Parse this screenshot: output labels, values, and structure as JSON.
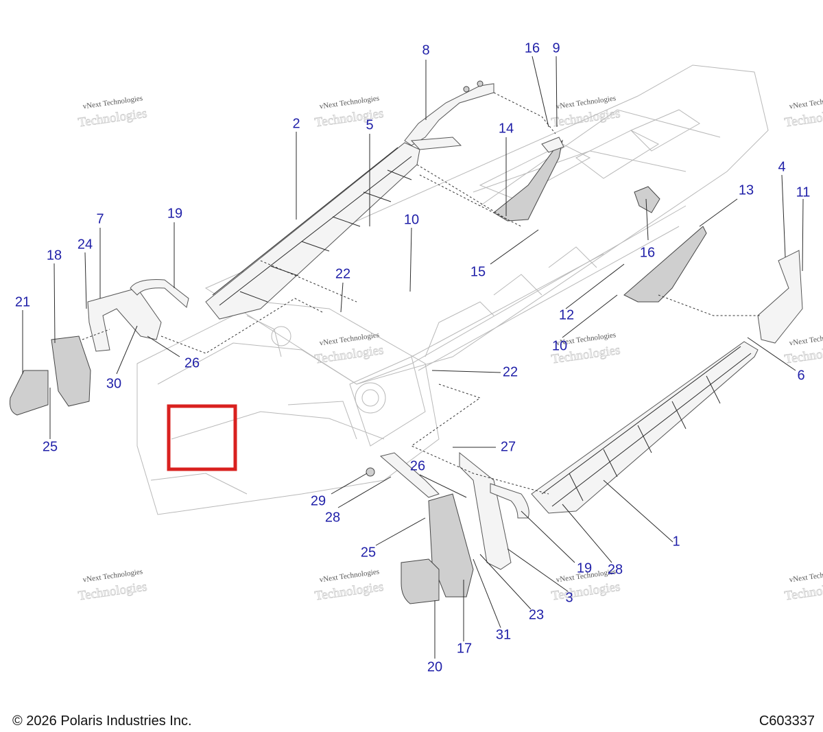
{
  "diagram": {
    "callouts": [
      {
        "id": "c1",
        "label": "1"
      },
      {
        "id": "c2",
        "label": "2"
      },
      {
        "id": "c3",
        "label": "3"
      },
      {
        "id": "c4",
        "label": "4"
      },
      {
        "id": "c5",
        "label": "5"
      },
      {
        "id": "c6",
        "label": "6"
      },
      {
        "id": "c7",
        "label": "7"
      },
      {
        "id": "c8",
        "label": "8"
      },
      {
        "id": "c9",
        "label": "9"
      },
      {
        "id": "c10a",
        "label": "10"
      },
      {
        "id": "c10b",
        "label": "10"
      },
      {
        "id": "c11",
        "label": "11"
      },
      {
        "id": "c12",
        "label": "12"
      },
      {
        "id": "c13",
        "label": "13"
      },
      {
        "id": "c14",
        "label": "14"
      },
      {
        "id": "c15",
        "label": "15"
      },
      {
        "id": "c16a",
        "label": "16"
      },
      {
        "id": "c16b",
        "label": "16"
      },
      {
        "id": "c17",
        "label": "17"
      },
      {
        "id": "c18",
        "label": "18"
      },
      {
        "id": "c19a",
        "label": "19"
      },
      {
        "id": "c19b",
        "label": "19"
      },
      {
        "id": "c20",
        "label": "20"
      },
      {
        "id": "c21",
        "label": "21"
      },
      {
        "id": "c22a",
        "label": "22"
      },
      {
        "id": "c22b",
        "label": "22"
      },
      {
        "id": "c23",
        "label": "23"
      },
      {
        "id": "c24",
        "label": "24"
      },
      {
        "id": "c25a",
        "label": "25"
      },
      {
        "id": "c25b",
        "label": "25"
      },
      {
        "id": "c26a",
        "label": "26"
      },
      {
        "id": "c26b",
        "label": "26"
      },
      {
        "id": "c27",
        "label": "27"
      },
      {
        "id": "c28a",
        "label": "28"
      },
      {
        "id": "c28b",
        "label": "28"
      },
      {
        "id": "c29",
        "label": "29"
      },
      {
        "id": "c30",
        "label": "30"
      },
      {
        "id": "c31",
        "label": "31"
      }
    ],
    "watermark": {
      "line1": "vNext Technologies",
      "line2": "Technologies"
    },
    "colors": {
      "callout": "#1f1fa8",
      "highlight": "#d9211f",
      "line": "#2a2a2a"
    }
  },
  "footer": {
    "copyright": "© 2026 Polaris Industries Inc.",
    "drawing_id": "C603337"
  }
}
